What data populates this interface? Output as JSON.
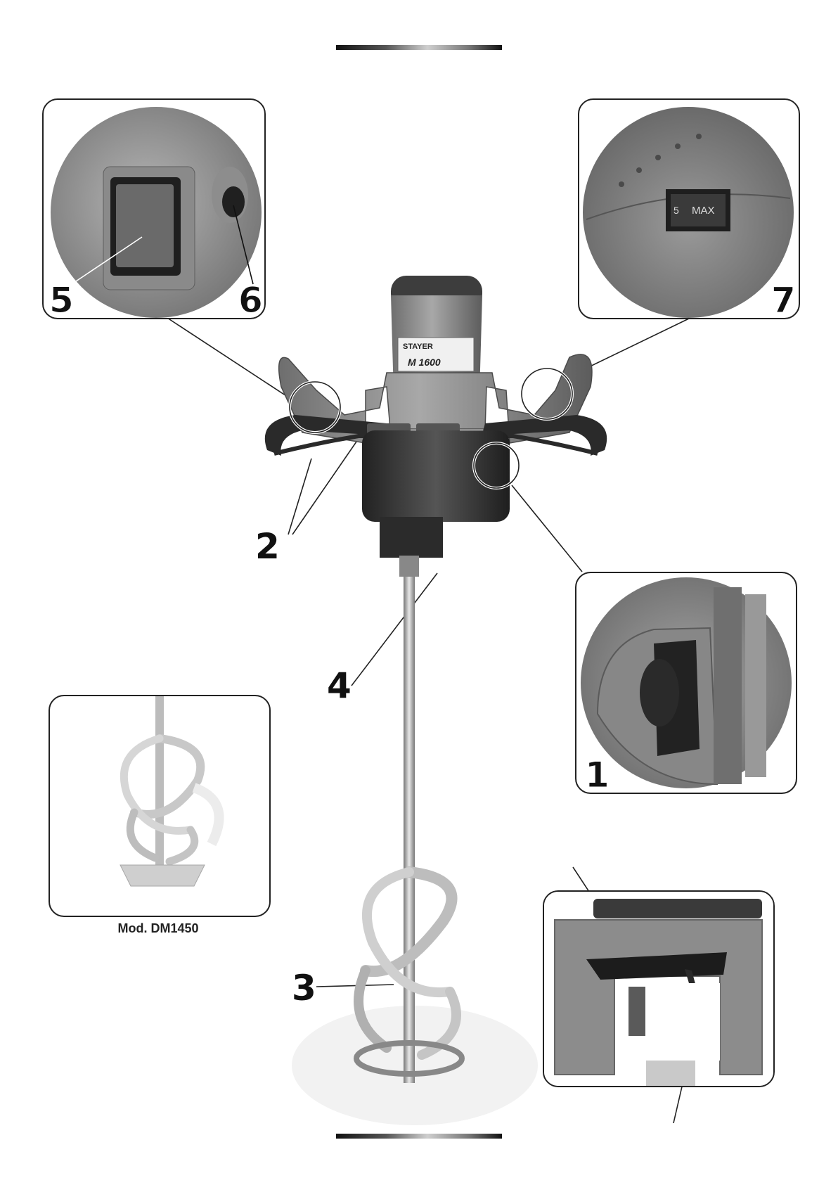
{
  "callouts": {
    "n1": "1",
    "n2": "2",
    "n3": "3",
    "n4": "4",
    "n5": "5",
    "n6": "6",
    "n7": "7"
  },
  "product": {
    "brand": "STAYER",
    "model": "M 1600"
  },
  "speed_dial": {
    "low": "5",
    "high": "MAX"
  },
  "accessory_caption": "Mod. DM1450"
}
